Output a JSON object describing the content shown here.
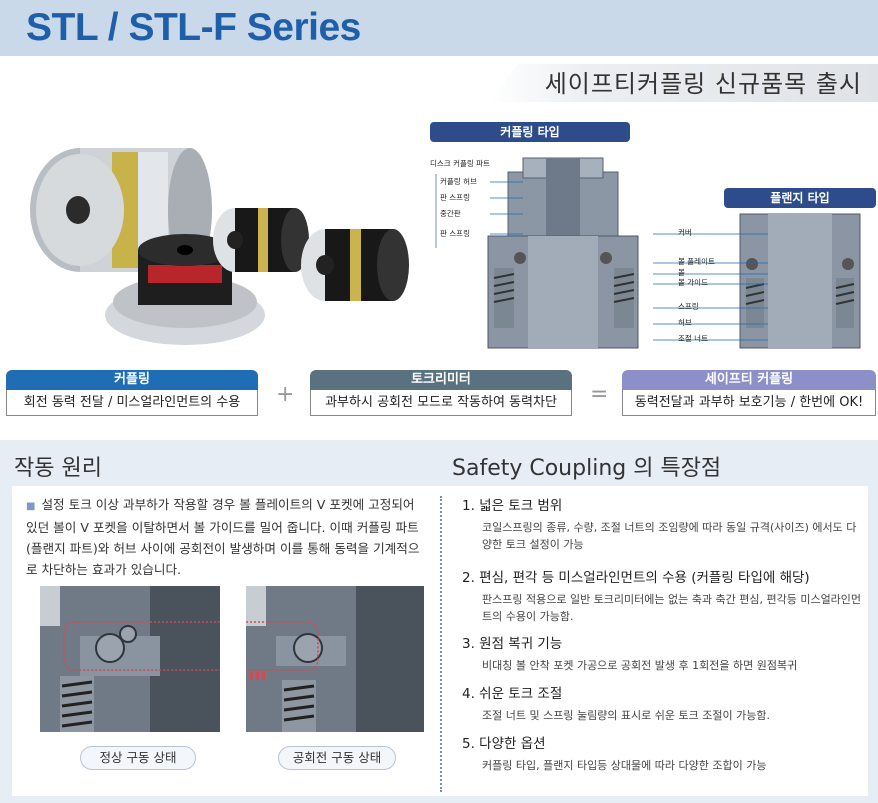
{
  "header": {
    "title": "STL / STL-F Series",
    "subtitle": "세이프티커플링 신규품목 출시"
  },
  "diagram": {
    "coupling_type_label": "커플링 타입",
    "flange_type_label": "플랜지 타입",
    "left_labels": [
      "디스크 커플링 파트",
      "커플링 허브",
      "판 스프링",
      "중간판",
      "판 스프링"
    ],
    "right_labels": [
      "커버",
      "볼 플레이트",
      "볼",
      "볼 가이드",
      "스프링",
      "허브",
      "조절 너트"
    ]
  },
  "equation": {
    "box1": {
      "title": "커플링",
      "desc": "회전 동력 전달 / 미스얼라인먼트의 수용"
    },
    "plus": "+",
    "box2": {
      "title": "토크리미터",
      "desc": "과부하시 공회전 모드로 작동하여 동력차단"
    },
    "equals": "=",
    "box3": {
      "title": "세이프티 커플링",
      "desc": "동력전달과 과부하 보호기능 / 한번에 OK!"
    }
  },
  "principle": {
    "title": "작동 원리",
    "text": "설정 토크 이상 과부하가 작용할 경우 볼 플레이트의 V 포켓에 고정되어 있던 볼이 V 포켓을 이탈하면서 볼 가이드를 밀어 줍니다. 이때 커플링 파트(플랜지 파트)와 허브 사이에 공회전이 발생하며 이를 통해 동력을 기계적으로 차단하는 효과가 있습니다.",
    "state_normal": "정상 구동 상태",
    "state_idle": "공회전 구동 상태"
  },
  "features": {
    "title": "Safety Coupling 의 특장점",
    "items": [
      {
        "heading": "1. 넓은 토크 범위",
        "desc": "코일스프링의 종류, 수량, 조절 너트의 조임량에 따라 동일 규격(사이즈) 에서도 다양한 토크 설정이 가능"
      },
      {
        "heading": "2. 편심, 편각 등 미스얼라인먼트의 수용 (커플링 타입에 해당)",
        "desc": "판스프링 적용으로 일반 토크리미터에는 없는 축과 축간 편심, 편각등 미스얼라인먼트의 수용이 가능함."
      },
      {
        "heading": "3. 원점 복귀 기능",
        "desc": "비대칭 볼 안착 포켓 가공으로 공회전 발생 후 1회전을 하면 원점복귀"
      },
      {
        "heading": "4. 쉬운 토크 조절",
        "desc": "조절 너트 및 스프링 눌림량의 표시로 쉬운 토크 조절이 가능함."
      },
      {
        "heading": "5. 다양한 옵션",
        "desc": "커플링 타입, 플랜지 타입등 상대물에 따라 다양한 조합이 가능"
      }
    ]
  },
  "colors": {
    "accent": "#1f5fa9",
    "box1": "#1f6db4",
    "box2": "#5a7280",
    "box3": "#8d8fc9",
    "diagram_label": "#2e4c8c"
  }
}
